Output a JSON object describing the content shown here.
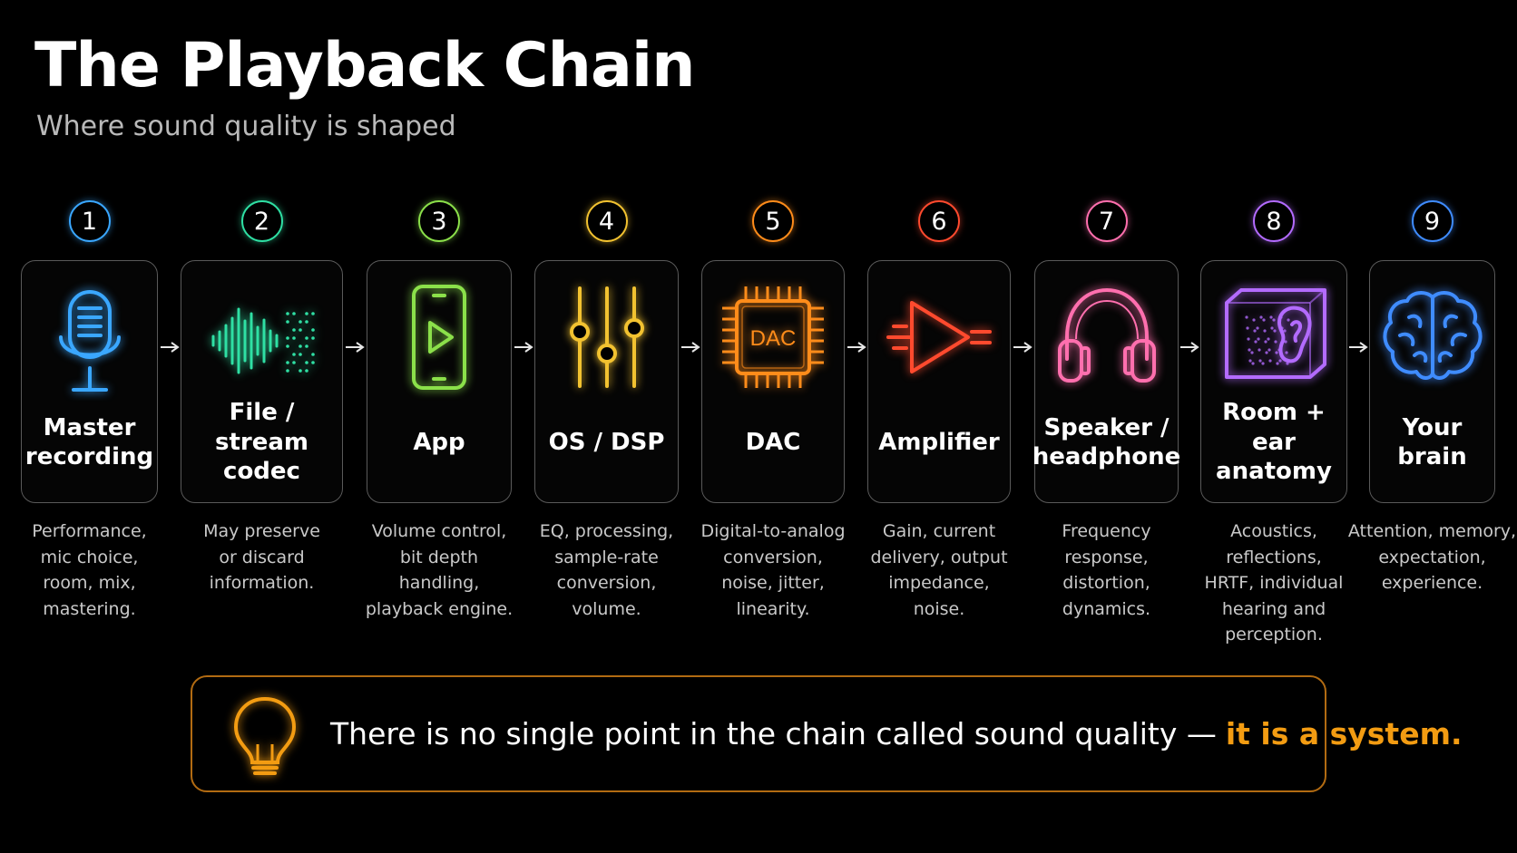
{
  "header": {
    "title": "The Playback Chain",
    "subtitle": "Where sound quality is shaped"
  },
  "steps": [
    {
      "number": "1",
      "label": "Master\nrecording",
      "description": "Performance,\nmic choice,\nroom, mix,\nmastering.",
      "color": "#3aa7ff",
      "icon": "microphone-icon"
    },
    {
      "number": "2",
      "label": "File /\nstream codec",
      "description": "May preserve\nor discard\ninformation.",
      "color": "#2fe0a4",
      "icon": "waveform-icon"
    },
    {
      "number": "3",
      "label": "App",
      "description": "Volume control,\nbit depth\nhandling,\nplayback engine.",
      "color": "#8be04a",
      "icon": "phone-play-icon"
    },
    {
      "number": "4",
      "label": "OS / DSP",
      "description": "EQ, processing,\nsample-rate\nconversion,\nvolume.",
      "color": "#f2c230",
      "icon": "sliders-icon"
    },
    {
      "number": "5",
      "label": "DAC",
      "chip_text": "DAC",
      "description": "Digital-to-analog\nconversion,\nnoise, jitter,\nlinearity.",
      "color": "#ff8c1a",
      "icon": "chip-icon"
    },
    {
      "number": "6",
      "label": "Amplifier",
      "description": "Gain, current\ndelivery, output\nimpedance,\nnoise.",
      "color": "#ff4a2e",
      "icon": "amplifier-icon"
    },
    {
      "number": "7",
      "label": "Speaker /\nheadphone",
      "description": "Frequency\nresponse,\ndistortion,\ndynamics.",
      "color": "#ff6fae",
      "icon": "headphones-icon"
    },
    {
      "number": "8",
      "label": "Room + ear\nanatomy",
      "description": "Acoustics, reflections,\nHRTF, individual\nhearing and\nperception.",
      "color": "#b36bff",
      "icon": "room-ear-icon"
    },
    {
      "number": "9",
      "label": "Your\nbrain",
      "description": "Attention, memory,\nexpectation,\nexperience.",
      "color": "#3f8cff",
      "icon": "brain-icon"
    }
  ],
  "callout": {
    "text": "There is no single point in the chain called sound quality —",
    "highlight": "it is a system.",
    "accent": "#f39c12",
    "icon": "lightbulb-icon"
  }
}
